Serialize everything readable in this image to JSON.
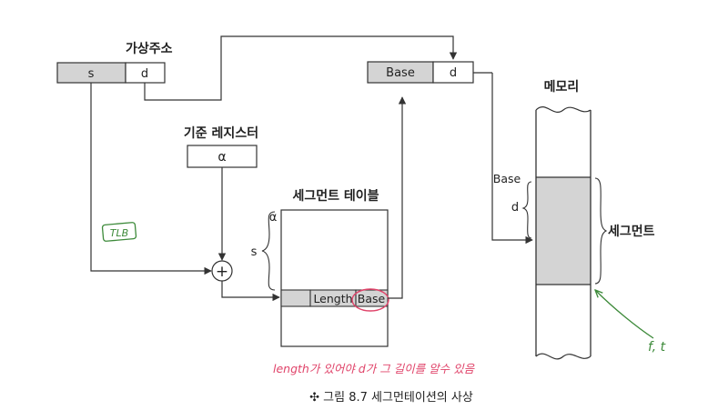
{
  "labels": {
    "virtual_address": "가상주소",
    "va_s": "s",
    "va_d": "d",
    "base_register": "기준 레지스터",
    "alpha": "α",
    "segment_table": "세그먼트 테이블",
    "table_alpha": "α",
    "table_s": "s",
    "length": "Length",
    "base": "Base",
    "pa_base": "Base",
    "pa_d": "d",
    "memory": "메모리",
    "mem_base": "Base",
    "mem_d": "d",
    "segment": "세그먼트",
    "plus": "+",
    "caption": "✣ 그림 8.7   세그먼테이션의 사상"
  },
  "annotations": {
    "tlb": "TLB",
    "note": "length가 있어야 d가 그 길이를 알수 있음",
    "ft": "f, t"
  },
  "colors": {
    "fill_gray": "#d4d4d4",
    "line": "#333333",
    "red_ink": "#e0446a",
    "green_ink": "#3d8a3a"
  }
}
